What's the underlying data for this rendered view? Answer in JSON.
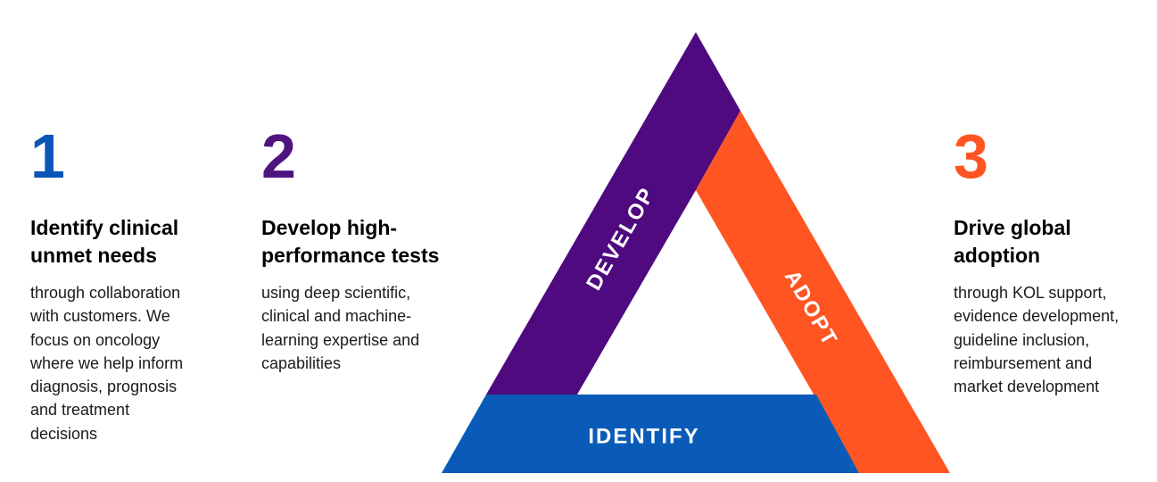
{
  "steps": [
    {
      "number": "1",
      "heading_line1": "Identify clinical",
      "heading_line2": "unmet needs",
      "body_lines": [
        "through collaboration",
        "with customers. We",
        "focus on oncology",
        "where we help inform",
        "diagnosis, prognosis",
        "and treatment",
        "decisions"
      ]
    },
    {
      "number": "2",
      "heading_line1": "Develop high-",
      "heading_line2": "performance tests",
      "body_lines": [
        "using deep scientific,",
        "clinical and machine-",
        "learning expertise and",
        "capabilities"
      ]
    },
    {
      "number": "3",
      "heading_line1": "Drive global",
      "heading_line2": "adoption",
      "body_lines": [
        "through KOL support,",
        "evidence development,",
        "guideline inclusion,",
        "reimbursement and",
        "market development"
      ]
    }
  ],
  "triangle": {
    "develop_label": "DEVELOP",
    "adopt_label": "ADOPT",
    "identify_label": "IDENTIFY",
    "colors": {
      "identify": "#0a5bb8",
      "develop": "#4e0a7e",
      "adopt": "#ff5522"
    }
  }
}
